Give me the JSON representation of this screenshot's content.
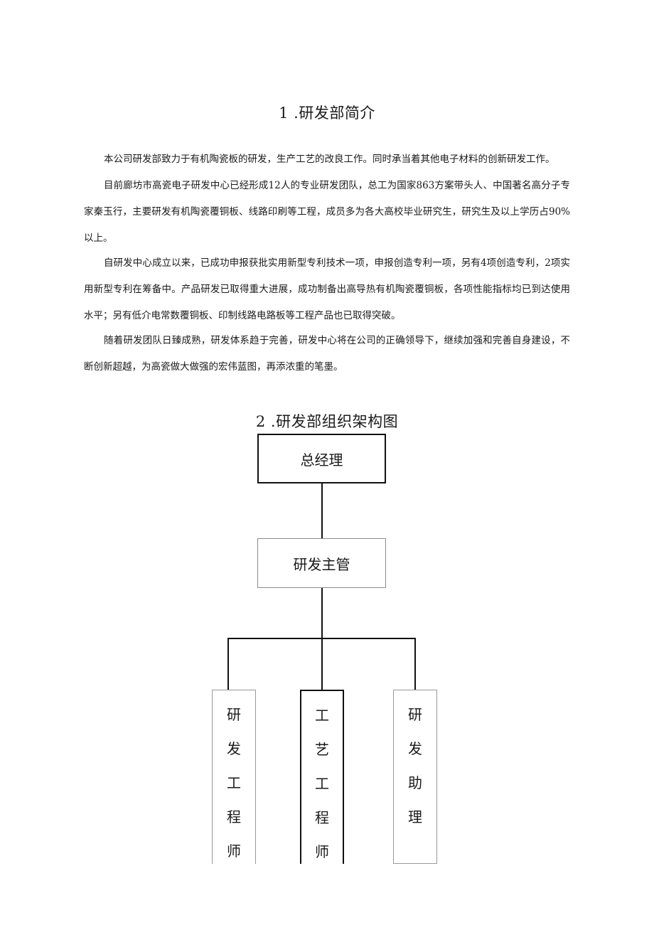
{
  "section1": {
    "heading": "1 .研发部简介",
    "paragraphs": [
      "本公司研发部致力于有机陶瓷板的研发，生产工艺的改良工作。同时承当着其他电子材料的创新研发工作。",
      "目前廊坊市高瓷电子研发中心已经形成12人的专业研发团队，总工为国家863方案带头人、中国著名高分子专家秦玉行，主要研发有机陶瓷覆铜板、线路印刷等工程，成员多为各大高校毕业研究生，研究生及以上学历占90%以上。",
      "自研发中心成立以来，已成功申报获批实用新型专利技术一项，申报创造专利一项，另有4项创造专利，2项实用新型专利在筹备中。产品研发已取得重大进展，成功制备出高导热有机陶瓷覆铜板，各项性能指标均已到达使用水平；另有低介电常数覆铜板、印制线路电路板等工程产品也已取得突破。",
      "随着研发团队日臻成熟，研发体系趋于完善，研发中心将在公司的正确领导下，继续加强和完善自身建设，不断创新超越，为高瓷做大做强的宏伟蓝图，再添浓重的笔墨。"
    ]
  },
  "section2": {
    "heading": "2 .研发部组织架构图",
    "org_chart": {
      "top": "总经理",
      "middle": "研发主管",
      "children": [
        [
          "研",
          "发",
          "工",
          "程",
          "师"
        ],
        [
          "工",
          "艺",
          "工",
          "程",
          "师"
        ],
        [
          "研",
          "发",
          "助",
          "理"
        ]
      ]
    }
  }
}
